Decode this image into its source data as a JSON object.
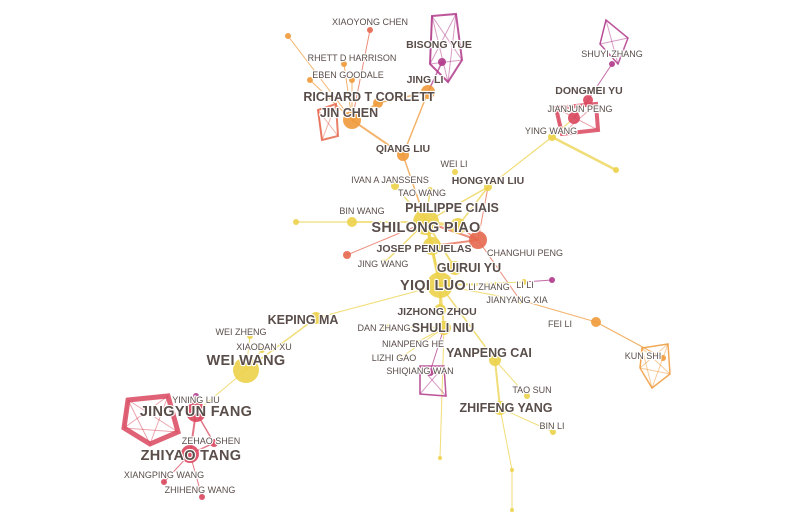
{
  "colors": {
    "yellow": "#ecd24a",
    "orange": "#ef9a3a",
    "red_orange": "#e6684f",
    "pink_red": "#d9475e",
    "magenta": "#b03a8a",
    "label": "#5a4e4a"
  },
  "labels": {
    "xiaoyong_chen": "XIAOYONG CHEN",
    "bisong_yue": "BISONG YUE",
    "rhett_harrison": "RHETT D HARRISON",
    "eben_goodale": "EBEN GOODALE",
    "jing_li": "JING LI",
    "richard_corlett": "RICHARD T CORLETT",
    "jin_chen": "JIN CHEN",
    "shuyi_zhang": "SHUYI ZHANG",
    "dongmei_yu": "DONGMEI YU",
    "jianjun_peng": "JIANJUN PENG",
    "ying_wang": "YING WANG",
    "qiang_liu": "QIANG LIU",
    "wei_li": "WEI LI",
    "ivan_janssens": "IVAN A JANSSENS",
    "hongyan_liu": "HONGYAN LIU",
    "tao_wang": "TAO WANG",
    "philippe_ciais": "PHILIPPE CIAIS",
    "bin_wang": "BIN WANG",
    "shilong_piao": "SHILONG PIAO",
    "josep_penuelas": "JOSEP PENUELAS",
    "changhui_peng": "CHANGHUI PENG",
    "jing_wang": "JING WANG",
    "guirui_yu": "GUIRUI YU",
    "yiqi_luo": "YIQI LUO",
    "li_zhang": "LI ZHANG",
    "li_li": "LI LI",
    "jianyang_xia": "JIANYANG XIA",
    "keping_ma": "KEPING MA",
    "jizhong_zhou": "JIZHONG ZHOU",
    "fei_li": "FEI LI",
    "wei_zheng": "WEI ZHENG",
    "dan_zhang": "DAN ZHANG",
    "shuli_niu": "SHULI NIU",
    "xiaodan_xu": "XIAODAN XU",
    "nianpeng_he": "NIANPENG HE",
    "kun_shi": "KUN SHI",
    "wei_wang": "WEI WANG",
    "lizhi_gao": "LIZHI GAO",
    "yanpeng_cai": "YANPENG CAI",
    "shiqiang_wan": "SHIQIANG WAN",
    "tao_sun": "TAO SUN",
    "yining_liu": "YINING LIU",
    "jingyun_fang": "JINGYUN FANG",
    "zhifeng_yang": "ZHIFENG YANG",
    "bin_li": "BIN LI",
    "zehao_shen": "ZEHAO SHEN",
    "zhiyao_tang": "ZHIYAO TANG",
    "xiangping_wang": "XIANGPING WANG",
    "zhiheng_wang": "ZHIHENG WANG"
  }
}
